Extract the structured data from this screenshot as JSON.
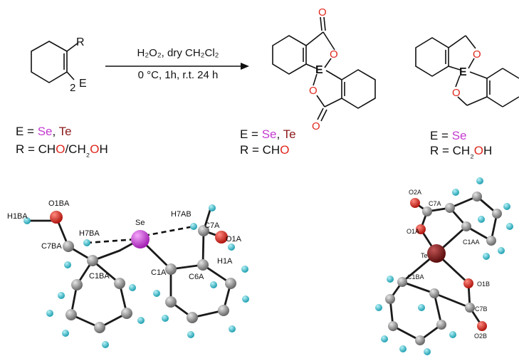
{
  "reaction": {
    "conditions_line1": "H₂O₂, dry CH₂Cl₂",
    "conditions_line2": "0 °C, 1h, r.t. 24 h"
  },
  "scheme": {
    "reactant": {
      "r_label": "R",
      "e_label": "E",
      "sub2": "2",
      "line_e": {
        "prefix": "E = ",
        "se": "Se",
        "sep": ", ",
        "te": "Te"
      },
      "line_r": {
        "prefix": "R = ",
        "p1": "CH",
        "o1": "O",
        "p2": "/CH",
        "p3": "₂",
        "o2": "O",
        "p4": "H"
      }
    },
    "product1": {
      "e_center": "E",
      "o_labels": [
        "O",
        "O",
        "O",
        "O"
      ],
      "line_e": {
        "prefix": "E = ",
        "se": "Se",
        "sep": ", ",
        "te": "Te"
      },
      "line_r": {
        "prefix": "R = ",
        "p1": "CH",
        "o1": "O"
      }
    },
    "product2": {
      "e_center": "E",
      "o_labels": [
        "O",
        "O"
      ],
      "line_e": {
        "prefix": "E = ",
        "se": "Se"
      },
      "line_r": {
        "prefix": "R = ",
        "p1": "CH",
        "p2": "₂",
        "o1": "O",
        "p3": "H"
      }
    }
  },
  "crystal_left": {
    "atom_labels": [
      "O1BA",
      "H1BA",
      "H7BA",
      "C7BA",
      "Se",
      "H7AB",
      "C7A",
      "O1A",
      "H1A",
      "C1BA",
      "C1A",
      "C6A"
    ]
  },
  "crystal_right": {
    "atom_labels": [
      "O2A",
      "C7A",
      "O1A",
      "C1AA",
      "Te",
      "C1BA",
      "O1B",
      "C7B",
      "O2B"
    ]
  },
  "colors": {
    "selenium": "#c43bd1",
    "tellurium": "#8b1a1a",
    "oxygen": "#e0271d",
    "carbon": "#8c8c8c",
    "hydrogen": "#3fc6d6"
  }
}
